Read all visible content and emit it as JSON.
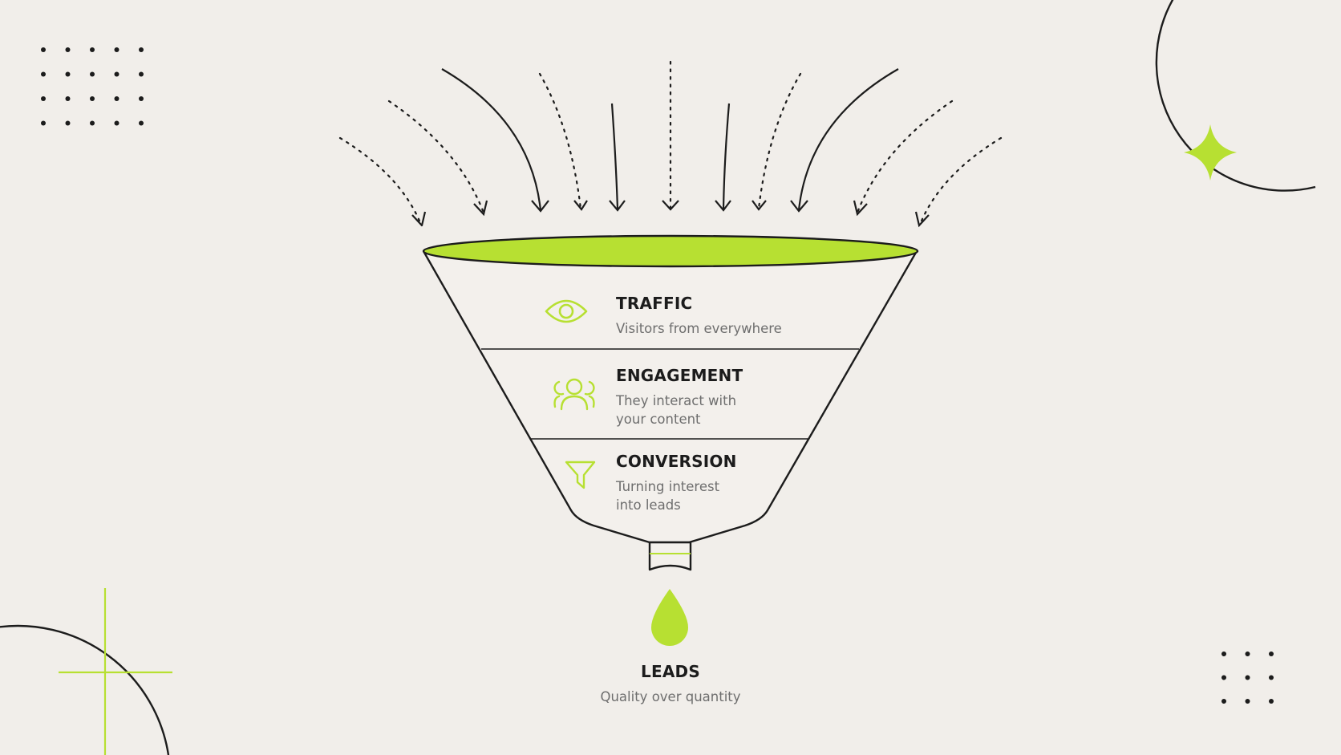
{
  "colors": {
    "background": "#f1eeea",
    "accent": "#b7e032",
    "ink": "#1c1c1c",
    "muted": "#6e6e6e"
  },
  "funnel": {
    "stages": [
      {
        "title": "TRAFFIC",
        "description": "Visitors from everywhere",
        "icon": "eye-icon"
      },
      {
        "title": "ENGAGEMENT",
        "description": "They interact with\nyour content",
        "icon": "users-icon"
      },
      {
        "title": "CONVERSION",
        "description": "Turning interest\ninto leads",
        "icon": "filter-icon"
      }
    ],
    "output": {
      "title": "LEADS",
      "description": "Quality over quantity",
      "icon": "drop-icon"
    }
  },
  "decorations": [
    "dot-grid",
    "arc",
    "sparkle-icon",
    "crosshair"
  ]
}
